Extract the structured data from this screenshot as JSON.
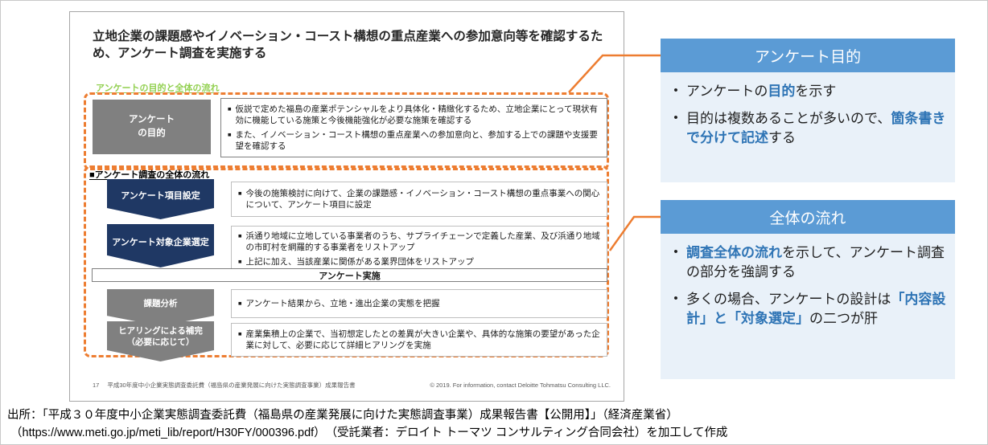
{
  "markers": {
    "square": "■",
    "dot": "•"
  },
  "colors": {
    "accent_orange": "#ED7D31",
    "navy": "#1F3864",
    "gray": "#808080",
    "green": "#92D050",
    "callout_header_blue": "#5B9BD5",
    "callout_body_blue": "#E9F1F9",
    "emphasis_blue": "#2E74B5"
  },
  "slide": {
    "title": "立地企業の課題感やイノベーション・コースト構想の重点産業への参加意向等を確認するため、アンケート調査を実施する",
    "section_label": "アンケートの目的と全体の流れ",
    "purpose": {
      "label": "アンケート\nの目的",
      "bullets": [
        "仮説で定めた福島の産業ポテンシャルをより具体化・精緻化するため、立地企業にとって現状有効に機能している施策と今後機能強化が必要な施策を確認する",
        "また、イノベーション・コースト構想の重点産業への参加意向と、参加する上での課題や支援要望を確認する"
      ]
    },
    "flow": {
      "heading": "■アンケート調査の全体の流れ",
      "bar": "アンケート実施",
      "steps": [
        {
          "label": "アンケート項目設定",
          "bullets": [
            "今後の施策検討に向けて、企業の課題感・イノベーション・コースト構想の重点事業への関心について、アンケート項目に設定"
          ]
        },
        {
          "label": "アンケート対象企業選定",
          "bullets": [
            "浜通り地域に立地している事業者のうち、サプライチェーンで定義した産業、及び浜通り地域の市町村を網羅的する事業者をリストアップ",
            "上記に加え、当該産業に関係がある業界団体をリストアップ"
          ]
        },
        {
          "label": "課題分析",
          "bullets": [
            "アンケート結果から、立地・進出企業の実態を把握"
          ]
        },
        {
          "label": "ヒアリングによる補完\n（必要に応じて）",
          "bullets": [
            "産業集積上の企業で、当初想定したとの差異が大きい企業や、具体的な施策の要望があった企業に対して、必要に応じて詳細ヒアリングを実施"
          ]
        }
      ]
    },
    "footer": {
      "page": "17",
      "left": "平成30年度中小企業実態調査委託費（福島県の産業発展に向けた実態調査事業）成果報告書",
      "right": "© 2019. For information, contact Deloitte Tohmatsu Consulting LLC."
    }
  },
  "callouts": [
    {
      "title": "アンケート目的",
      "bullets": [
        [
          {
            "t": "アンケートの"
          },
          {
            "t": "目的",
            "em": 1
          },
          {
            "t": "を示す"
          }
        ],
        [
          {
            "t": "目的は複数あることが多いので、"
          },
          {
            "t": "箇条書きで分けて記述",
            "em": 1
          },
          {
            "t": "する"
          }
        ]
      ]
    },
    {
      "title": "全体の流れ",
      "bullets": [
        [
          {
            "t": "調査全体の流れ",
            "em": 1
          },
          {
            "t": "を示して、アンケート調査の部分を強調する"
          }
        ],
        [
          {
            "t": "多くの場合、アンケートの設計は"
          },
          {
            "t": "「内容設計」と「対象選定」",
            "em": 1
          },
          {
            "t": "の二つが肝"
          }
        ]
      ]
    }
  ],
  "source": {
    "line1": "出所：「平成３０年度中小企業実態調査委託費（福島県の産業発展に向けた実態調査事業）成果報告書【公開用】」（経済産業省）",
    "line2": "（https://www.meti.go.jp/meti_lib/report/H30FY/000396.pdf）　（受託業者：デロイト トーマツ コンサルティング合同会社）を加工して作成"
  }
}
